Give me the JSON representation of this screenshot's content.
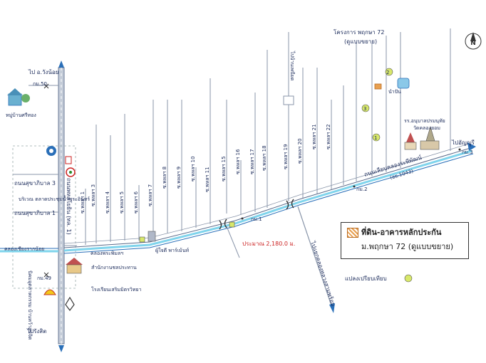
{
  "labels": {
    "wangnoi": "ไป อ.วังน้อย",
    "km50": "กม.50",
    "mubanrattana": "หมู่บ้านศรีทอง",
    "suksaphibal3": "ถนนสุขาภิบาล 3",
    "market": "บริเวณ\nตลาดประชุมน้ำพระอินทร์",
    "suksaphibal1": "ถนนสุขาภิบาล 1",
    "phahon": "ถนนพหลโยธิน (ทล. 1)",
    "canal_left": "คลองเชียงรากน้อย",
    "canal_phet": "คลองพระพิมลฯ",
    "waterworks": "สำนักงานชลประทาน",
    "school": "โรงเรียนเสริมมิตรวิทยา",
    "km49": "กม.49",
    "public_inn": "นิคมอุตสาหกรรม\nบ้านหว้าสุขจิต",
    "rangsit": "ไปรังสิต",
    "river_road": "ถนนเลียบคลองระพีพัฒน์",
    "river_road_sub": "(อย.1043)",
    "bang_phun": "ไปบ้านเพนียด",
    "km3": "กม.3",
    "km2": "กม.2",
    "km1": "กม.1",
    "distance": "ประมาณ 2,180.0 ม.",
    "to_khlong": "ไปแยกคลองหลวงสามพร้อม",
    "project": "โครงการ พฤกษา 72",
    "project_sub": "(ดูแบบขยาย)",
    "to_pathum": "ไปอัญญูรี",
    "wat": "วัดคลองยอม",
    "temple_school": "รร.อนุบาลปรมนุทัย",
    "factory": "ผู้ใจดี พาร์เม้นท์",
    "sum": "นำปัน",
    "compare": "แปลงเปรียบเทียบ",
    "soi_labels": [
      "ซ.พหลฯ 1",
      "ซ.พหลฯ 3",
      "ซ.พหลฯ 4",
      "ซ.พหลฯ 5",
      "ซ.พหลฯ 6",
      "ซ.พหลฯ 7",
      "ซ.พหลฯ 8",
      "ซ.พหลฯ 9",
      "ซ.พหลฯ 10",
      "ซ.พหลฯ 11",
      "ซ.พหลฯ 15",
      "ซ.พหลฯ 16",
      "ซ.พหลฯ 17",
      "ซ.พหลฯ 18",
      "ซ.พหลฯ 19",
      "ซ.พหลฯ 20",
      "ซ.พหลฯ 21",
      "ซ.พหลฯ 22"
    ],
    "marker_1": "1",
    "marker_2": "2",
    "marker_3": "3",
    "num_1": "1",
    "num_2": "2"
  },
  "legend": {
    "title": "ที่ดิน-อาคารหลักประกัน",
    "subtitle": "ม.พฤกษา 72 (ดูแบบขยาย)"
  },
  "compass": "N",
  "colors": {
    "road": "#b8c2d0",
    "road_dark": "#5a6b8a",
    "canal": "#7fd4ec",
    "canal_edge": "#2a6fb8",
    "text": "#1a2a5a",
    "red": "#cc2222",
    "marker_green": "#d8e86a"
  }
}
